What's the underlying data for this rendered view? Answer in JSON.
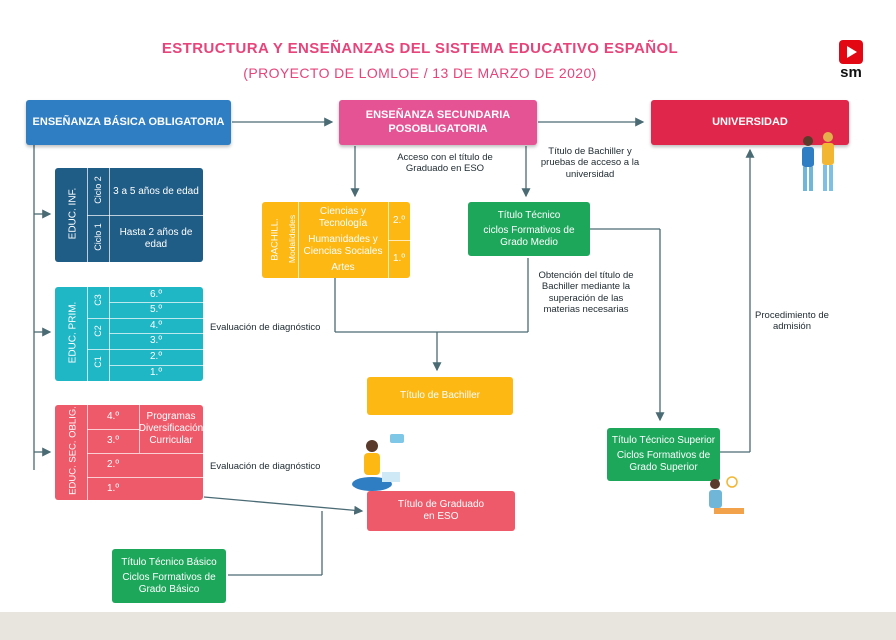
{
  "header": {
    "title": "ESTRUCTURA Y ENSEÑANZAS DEL SISTEMA EDUCATIVO ESPAÑOL",
    "subtitle": "(PROYECTO DE LOMLOE / 13 DE MARZO DE 2020)",
    "logo_text": "sm"
  },
  "top_boxes": {
    "basica": "ENSEÑANZA BÁSICA OBLIGATORIA",
    "secundaria": "ENSEÑANZA SECUNDARIA POSOBLIGATORIA",
    "universidad": "UNIVERSIDAD"
  },
  "infantil": {
    "label": "EDUC. INF.",
    "ciclo2": "Ciclo 2",
    "ciclo1": "Ciclo 1",
    "ciclo2_text": "3 a 5 años de edad",
    "ciclo1_text": "Hasta 2 años de edad"
  },
  "primaria": {
    "label": "EDUC. PRIM.",
    "cycles": [
      "C3",
      "C2",
      "C1"
    ],
    "grades": [
      "6.º",
      "5.º",
      "4.º",
      "3.º",
      "2.º",
      "1.º"
    ]
  },
  "secundaria_oblig": {
    "label": "EDUC. SEC. OBLIG.",
    "grades": [
      "4.º",
      "3.º",
      "2.º",
      "1.º"
    ],
    "programas": "Programas Diversificación Curricular"
  },
  "bachillerato": {
    "label": "BACHILL.",
    "sublabel": "Modalidades",
    "modalidades": [
      "Ciencias y Tecnología",
      "Humanidades y Ciencias Sociales",
      "Artes"
    ],
    "cursos": [
      "2.º",
      "1.º"
    ]
  },
  "green_boxes": {
    "grado_medio_title": "Título Técnico",
    "grado_medio_sub": "ciclos Formativos de Grado Medio",
    "superior_title": "Título Técnico Superior",
    "superior_sub": "Ciclos Formativos de Grado Superior",
    "basico_title": "Título Técnico Básico",
    "basico_sub": "Ciclos Formativos de Grado Básico"
  },
  "result_boxes": {
    "bachiller": "Título de Bachiller",
    "graduado": "Título de Graduado en ESO"
  },
  "notes": {
    "acceso_eso": "Acceso con el título de Graduado en ESO",
    "bachiller_pruebas": "Título de Bachiller y pruebas de acceso a la universidad",
    "obtencion": "Obtención del título de Bachiller mediante la superación de las materias necesarias",
    "evaluacion1": "Evaluación de diagnóstico",
    "evaluacion2": "Evaluación de diagnóstico",
    "procedimiento": "Procedimiento de admisión"
  }
}
